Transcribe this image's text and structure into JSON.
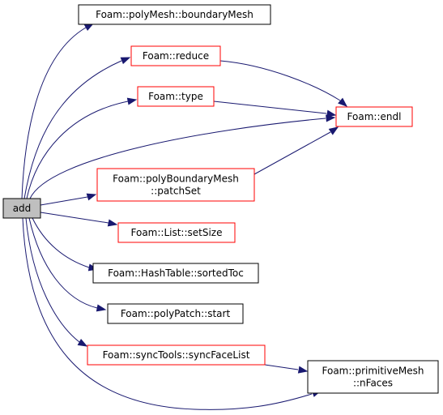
{
  "colors": {
    "edge": "#191970",
    "border_default": "#000000",
    "border_highlight": "#ff0000",
    "fill_default": "#ffffff",
    "fill_root": "#bfbfbf"
  },
  "nodes": [
    {
      "id": "add",
      "lines": [
        "add"
      ],
      "style": "root"
    },
    {
      "id": "boundaryMesh",
      "lines": [
        "Foam::polyMesh::boundaryMesh"
      ],
      "style": "default"
    },
    {
      "id": "reduce",
      "lines": [
        "Foam::reduce"
      ],
      "style": "highlight"
    },
    {
      "id": "type",
      "lines": [
        "Foam::type"
      ],
      "style": "highlight"
    },
    {
      "id": "endl",
      "lines": [
        "Foam::endl"
      ],
      "style": "highlight"
    },
    {
      "id": "patchSet",
      "lines": [
        "Foam::polyBoundaryMesh",
        "::patchSet"
      ],
      "style": "highlight"
    },
    {
      "id": "setSize",
      "lines": [
        "Foam::List::setSize"
      ],
      "style": "highlight"
    },
    {
      "id": "sortedToc",
      "lines": [
        "Foam::HashTable::sortedToc"
      ],
      "style": "default"
    },
    {
      "id": "start",
      "lines": [
        "Foam::polyPatch::start"
      ],
      "style": "default"
    },
    {
      "id": "syncFaceList",
      "lines": [
        "Foam::syncTools::syncFaceList"
      ],
      "style": "highlight"
    },
    {
      "id": "nFaces",
      "lines": [
        "Foam::primitiveMesh",
        "::nFaces"
      ],
      "style": "default"
    }
  ],
  "edges": [
    {
      "from": "add",
      "to": "boundaryMesh"
    },
    {
      "from": "add",
      "to": "reduce"
    },
    {
      "from": "add",
      "to": "type"
    },
    {
      "from": "add",
      "to": "endl"
    },
    {
      "from": "add",
      "to": "patchSet"
    },
    {
      "from": "add",
      "to": "setSize"
    },
    {
      "from": "add",
      "to": "sortedToc"
    },
    {
      "from": "add",
      "to": "start"
    },
    {
      "from": "add",
      "to": "syncFaceList"
    },
    {
      "from": "add",
      "to": "nFaces"
    },
    {
      "from": "reduce",
      "to": "endl"
    },
    {
      "from": "type",
      "to": "endl"
    },
    {
      "from": "patchSet",
      "to": "endl"
    },
    {
      "from": "syncFaceList",
      "to": "nFaces"
    }
  ]
}
